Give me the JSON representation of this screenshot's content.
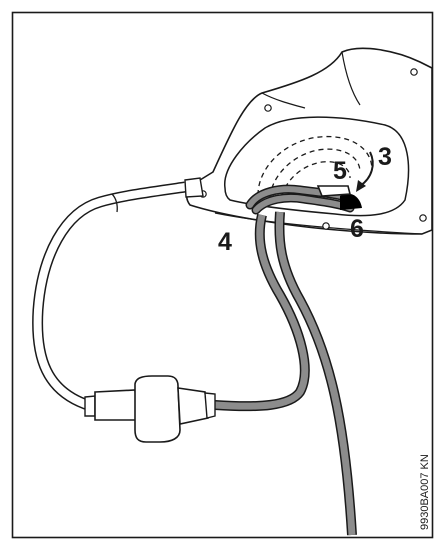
{
  "figure": {
    "callouts": {
      "c3": "3",
      "c4": "4",
      "c5": "5",
      "c6": "6"
    },
    "figure_code": "9930BA007 KN",
    "colors": {
      "line": "#1a1a1a",
      "cable_fill": "#8c8c8c",
      "body_fill": "#ffffff",
      "clip_fill": "#000000"
    }
  }
}
